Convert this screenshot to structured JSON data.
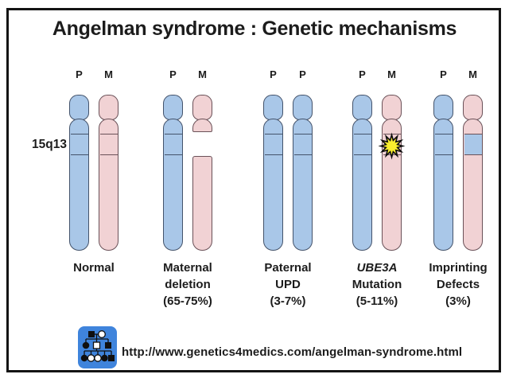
{
  "title": "Angelman syndrome :  Genetic mechanisms",
  "band_label": "15q13",
  "pairs": [
    {
      "p_label": "P",
      "m_label": "M",
      "caption": [
        "Normal"
      ]
    },
    {
      "p_label": "P",
      "m_label": "M",
      "caption": [
        "Maternal",
        "deletion",
        "(65-75%)"
      ]
    },
    {
      "p_label": "P",
      "m_label": "P",
      "caption": [
        "Paternal",
        "UPD",
        "(3-7%)"
      ]
    },
    {
      "p_label": "P",
      "m_label": "M",
      "caption": [
        "UBE3A",
        "Mutation",
        "(5-11%)"
      ]
    },
    {
      "p_label": "P",
      "m_label": "M",
      "caption": [
        "Imprinting",
        "Defects",
        "(3%)"
      ]
    }
  ],
  "footer": {
    "url": "http://www.genetics4medics.com/angelman-syndrome.html",
    "logo_icon": "pedigree-chart-icon"
  },
  "colors": {
    "paternal-fill": "#a9c7e8",
    "paternal-stroke": "#44536b",
    "maternal-fill": "#f1d2d4",
    "maternal-stroke": "#6a5158",
    "star-fill": "#f9ee2e",
    "star-stroke": "#0d0d0d",
    "logo-blue": "#3f84dc",
    "border": "#141414",
    "text": "#1c1c1c"
  }
}
